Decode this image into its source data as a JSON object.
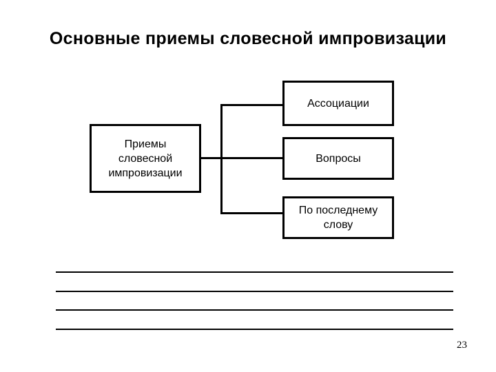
{
  "slide": {
    "title": "Основные приемы словесной импровизации",
    "page_number": "23",
    "colors": {
      "background": "#ffffff",
      "line": "#000000",
      "text": "#000000"
    },
    "diagram": {
      "root_box": {
        "label": "Приемы словесной импровизации",
        "lines": [
          "Приемы",
          "словесной",
          "импровизации"
        ]
      },
      "branches": [
        {
          "label": "Ассоциации"
        },
        {
          "label": "Вопросы"
        },
        {
          "label": "По последнему слову",
          "lines": [
            "По последнему",
            "слову"
          ]
        }
      ]
    },
    "notes": {
      "line_count": 4
    }
  }
}
